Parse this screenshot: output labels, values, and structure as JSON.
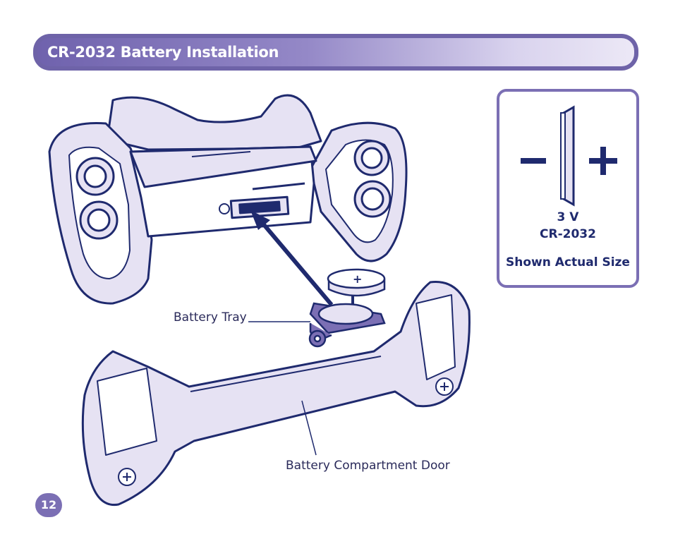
{
  "header": {
    "title": "CR-2032 Battery Installation"
  },
  "labels": {
    "battery_tray": "Battery Tray",
    "battery_door": "Battery Compartment Door"
  },
  "battery_info": {
    "minus_symbol": "−",
    "plus_symbol": "+",
    "voltage": "3 V",
    "model": "CR-2032",
    "caption": "Shown Actual Size"
  },
  "page": {
    "number": "12"
  },
  "colors": {
    "accent": "#7b6fb4",
    "illustration_fill": "#e6e2f3",
    "outline": "#1f2a6e"
  }
}
